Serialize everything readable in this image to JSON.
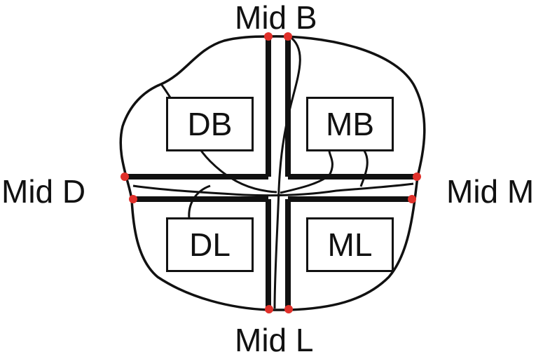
{
  "labels": {
    "top": "Mid B",
    "left": "Mid D",
    "right": "Mid M",
    "bottom": "Mid L"
  },
  "quadrants": {
    "top_left": "DB",
    "top_right": "MB",
    "bottom_left": "DL",
    "bottom_right": "ML"
  },
  "colors": {
    "line": "#111111",
    "point": "#e0302a",
    "background": "#ffffff"
  }
}
